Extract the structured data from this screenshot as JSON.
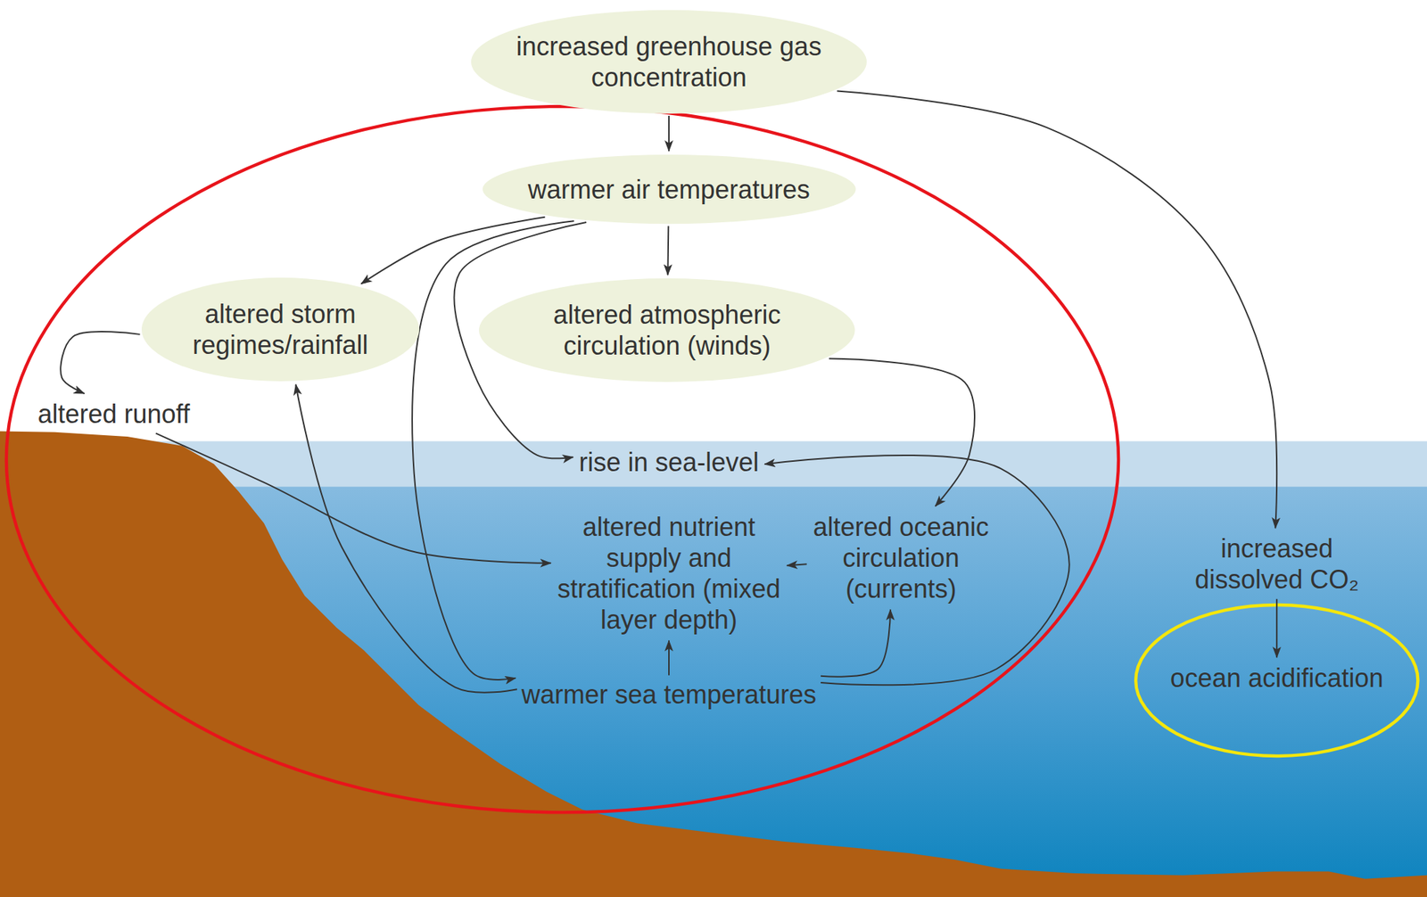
{
  "diagram": {
    "nodes": [
      {
        "text": [
          "increased greenhouse gas concentration"
        ]
      },
      {
        "text": [
          "warmer air temperatures"
        ]
      },
      {
        "text": [
          "altered storm regimes/rainfall"
        ]
      },
      {
        "text": [
          "altered atmospheric circulation (winds)"
        ]
      },
      {
        "text": [
          "altered runoff"
        ]
      },
      {
        "text": [
          "rise in sea-level"
        ]
      },
      {
        "text": [
          "altered nutrient supply and stratification (mixed layer depth)"
        ]
      },
      {
        "text": [
          "altered oceanic circulation (currents)"
        ]
      },
      {
        "text": [
          "increased dissolved CO₂"
        ]
      },
      {
        "text": [
          "warmer sea temperatures"
        ]
      },
      {
        "text": [
          "ocean acidification"
        ]
      }
    ],
    "edges": [
      {
        "from": 0,
        "to": 1,
        "arrow": "to"
      },
      {
        "from": 0,
        "to": 8,
        "arrow": "to"
      },
      {
        "from": 1,
        "to": 3,
        "arrow": "to"
      },
      {
        "from": 1,
        "to": 2,
        "arrow": "to"
      },
      {
        "from": 1,
        "to": 5,
        "arrow": "to"
      },
      {
        "from": 1,
        "to": 9,
        "arrow": "to"
      },
      {
        "from": 2,
        "to": 4,
        "arrow": "to"
      },
      {
        "from": 9,
        "to": 2,
        "arrow": "to"
      },
      {
        "from": 4,
        "to": 6,
        "arrow": "to"
      },
      {
        "from": 3,
        "to": 7,
        "arrow": "to"
      },
      {
        "from": 7,
        "to": 6,
        "arrow": "to"
      },
      {
        "from": 9,
        "to": 6,
        "arrow": "to"
      },
      {
        "from": 9,
        "to": 7,
        "arrow": "to"
      },
      {
        "from": 9,
        "to": 5,
        "arrow": "to"
      },
      {
        "from": 8,
        "to": 10,
        "arrow": "to"
      }
    ]
  }
}
